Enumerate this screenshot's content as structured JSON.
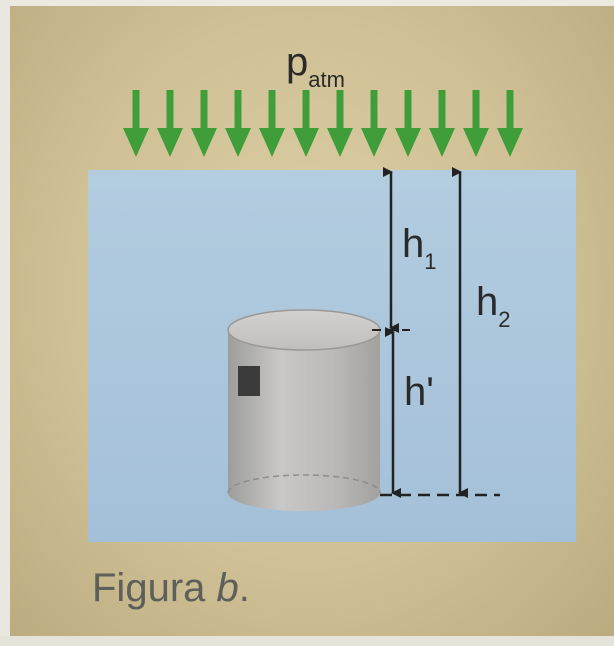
{
  "pressure_label": {
    "main": "p",
    "sub": "atm"
  },
  "height_labels": {
    "h1": {
      "main": "h",
      "sub": "1"
    },
    "h2": {
      "main": "h",
      "sub": "2"
    },
    "h_prime": "h'"
  },
  "caption": {
    "text": "Figura ",
    "italic": "b",
    "trailing": "."
  },
  "colors": {
    "arrow": "#3f9e3a",
    "water": "#a9c6dc",
    "cylinder": "#bdbcba",
    "dimension_line": "#222222"
  }
}
